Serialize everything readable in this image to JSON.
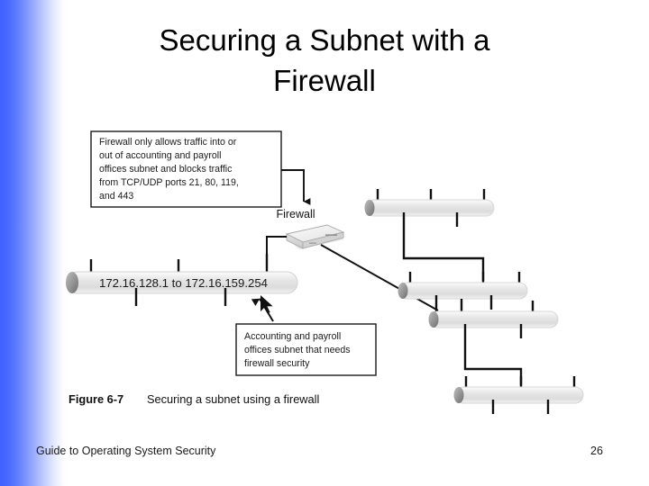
{
  "slide": {
    "title_line1": "Securing a Subnet with a",
    "title_line2": "Firewall",
    "accent_color": "#3f62ff",
    "background_color": "#ffffff"
  },
  "diagram": {
    "callout_top": {
      "lines": [
        "Firewall only allows traffic into or",
        "out of accounting and payroll",
        "offices subnet and blocks traffic",
        "from TCP/UDP ports 21, 80, 119,",
        "and 443"
      ]
    },
    "firewall_label": "Firewall",
    "subnet_bar_label": "172.16.128.1 to 172.16.159.254",
    "callout_bottom": {
      "lines": [
        "Accounting and payroll",
        "offices subnet that needs",
        "firewall security"
      ]
    },
    "caption": {
      "number": "Figure 6-7",
      "text": "Securing a subnet using a firewall"
    }
  },
  "footer": {
    "book_title": "Guide to Operating System Security",
    "page_number": "26"
  }
}
